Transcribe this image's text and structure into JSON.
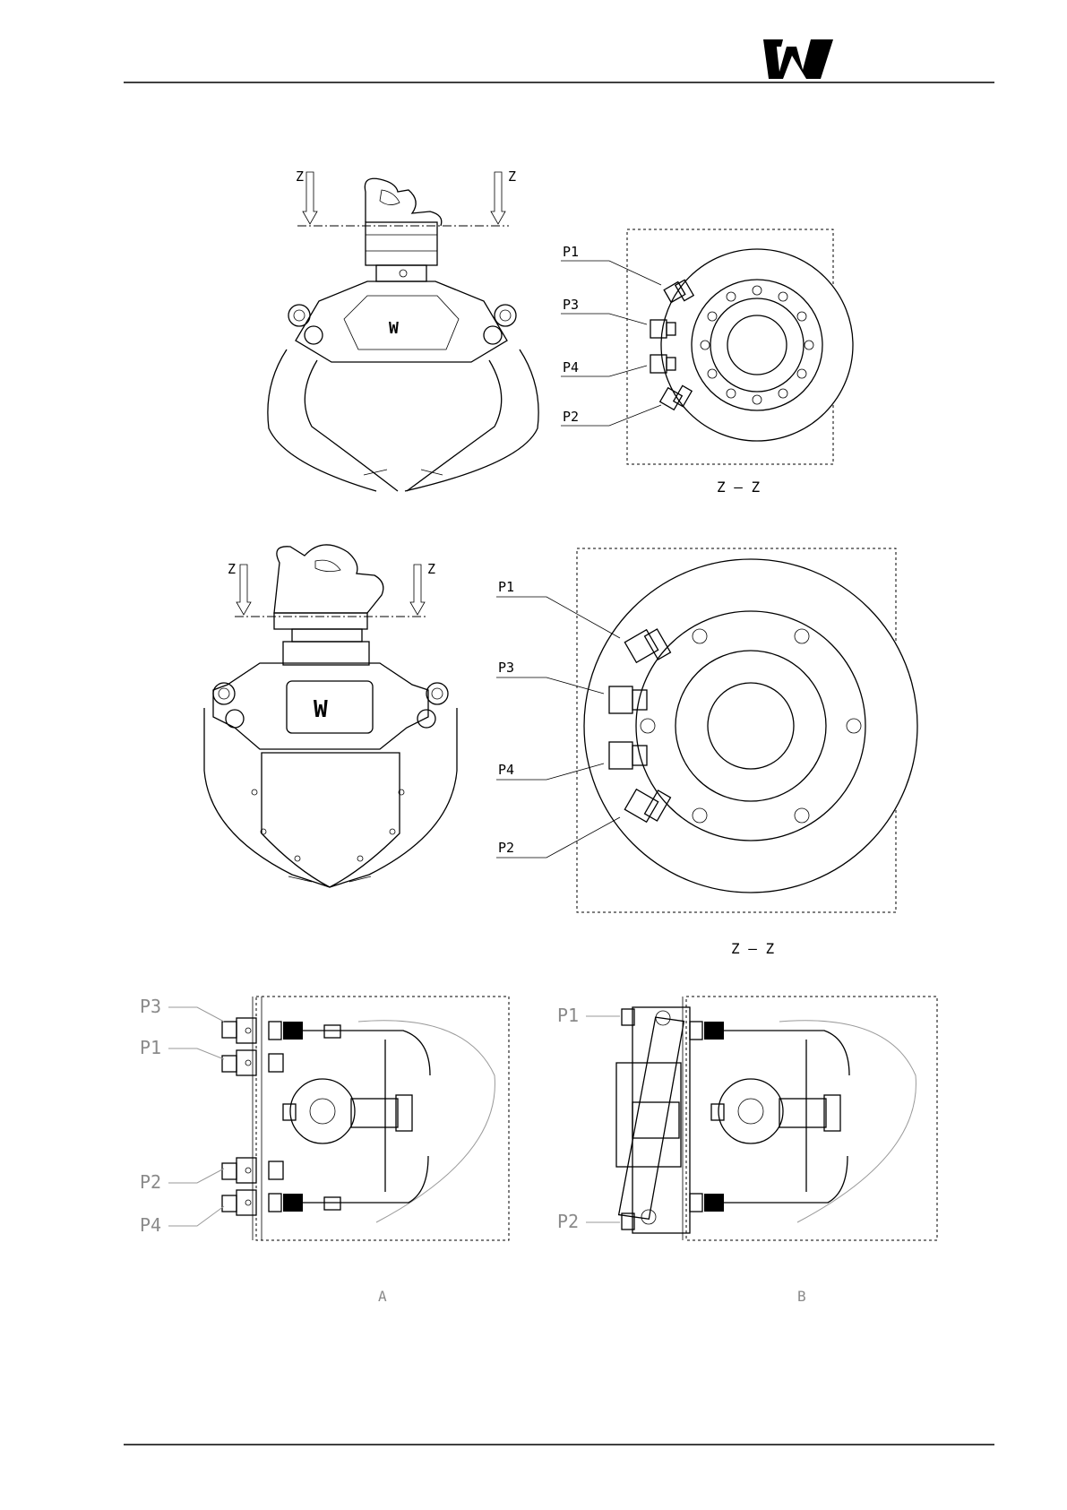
{
  "logo": {
    "text": "W",
    "icon": "hultdins-w-logo"
  },
  "views": {
    "top_left": {
      "section_marker": "Z"
    },
    "top_right": {
      "caption": "Z  –  Z",
      "ports": [
        "P1",
        "P3",
        "P4",
        "P2"
      ]
    },
    "mid_left": {
      "section_marker": "Z"
    },
    "mid_right": {
      "caption": "Z  –  Z",
      "ports": [
        "P1",
        "P3",
        "P4",
        "P2"
      ]
    },
    "bottom_a": {
      "caption": "A",
      "ports": [
        "P3",
        "P1",
        "P2",
        "P4"
      ]
    },
    "bottom_b": {
      "caption": "B",
      "ports": [
        "P1",
        "P2"
      ]
    }
  },
  "colors": {
    "ink": "#000000",
    "leader_gray": "#8a8a8a"
  }
}
